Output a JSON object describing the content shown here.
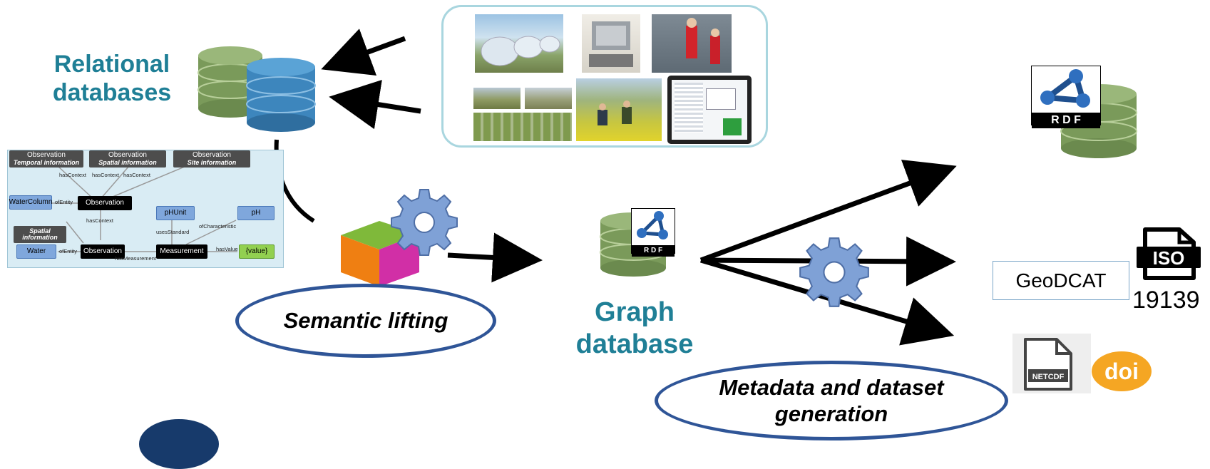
{
  "labels": {
    "relational_line1": "Relational",
    "relational_line2": "databases",
    "graph_line1": "Graph",
    "graph_line2": "database",
    "semantic_lifting": "Semantic lifting",
    "metadata_line1": "Metadata and dataset",
    "metadata_line2": "generation",
    "geodcat": "GeoDCAT",
    "iso_text": "ISO",
    "iso_number": "19139",
    "rdf": "R D F",
    "netcdf": "NETCDF",
    "doi": "doi"
  },
  "ontology": {
    "nodes": {
      "obs_temporal_title": "Observation",
      "obs_temporal_sub": "Temporal information",
      "obs_spatial_title": "Observation",
      "obs_spatial_sub": "Spatial information",
      "obs_site_title": "Observation",
      "obs_site_sub": "Site information",
      "watercolumn": "WaterColumn",
      "observation_mid": "Observation",
      "spatial_info_line1": "Spatial",
      "spatial_info_line2": "information",
      "water": "Water",
      "observation_bottom": "Observation",
      "measurement": "Measurement",
      "phunit": "pHUnit",
      "ph": "pH",
      "value": "{value}"
    },
    "edges": {
      "hascontext1": "hasContext",
      "hascontext2": "hasContext",
      "hascontext3": "hasContext",
      "ofentity1": "ofEntity",
      "hascontext4": "hasContext",
      "usesstandard": "usesStandard",
      "ofcharacteristic": "ofCharacteristic",
      "ofentity2": "ofEntity",
      "hasmeasurement": "hasMeasurement",
      "hasvalue": "hasValue"
    }
  },
  "icons": [
    "relational-database-icon",
    "gear-icon",
    "cube-icon",
    "rdf-graph-icon",
    "rdf-database-icon",
    "iso-file-icon",
    "netcdf-file-icon",
    "doi-logo"
  ],
  "colors": {
    "teal_label": "#1f7f96",
    "ellipse_border": "#2f5597",
    "panel_border": "#a9d6df",
    "db_green": "#7a9a5a",
    "db_blue": "#3d86bd",
    "gear": "#7fa1d6"
  }
}
